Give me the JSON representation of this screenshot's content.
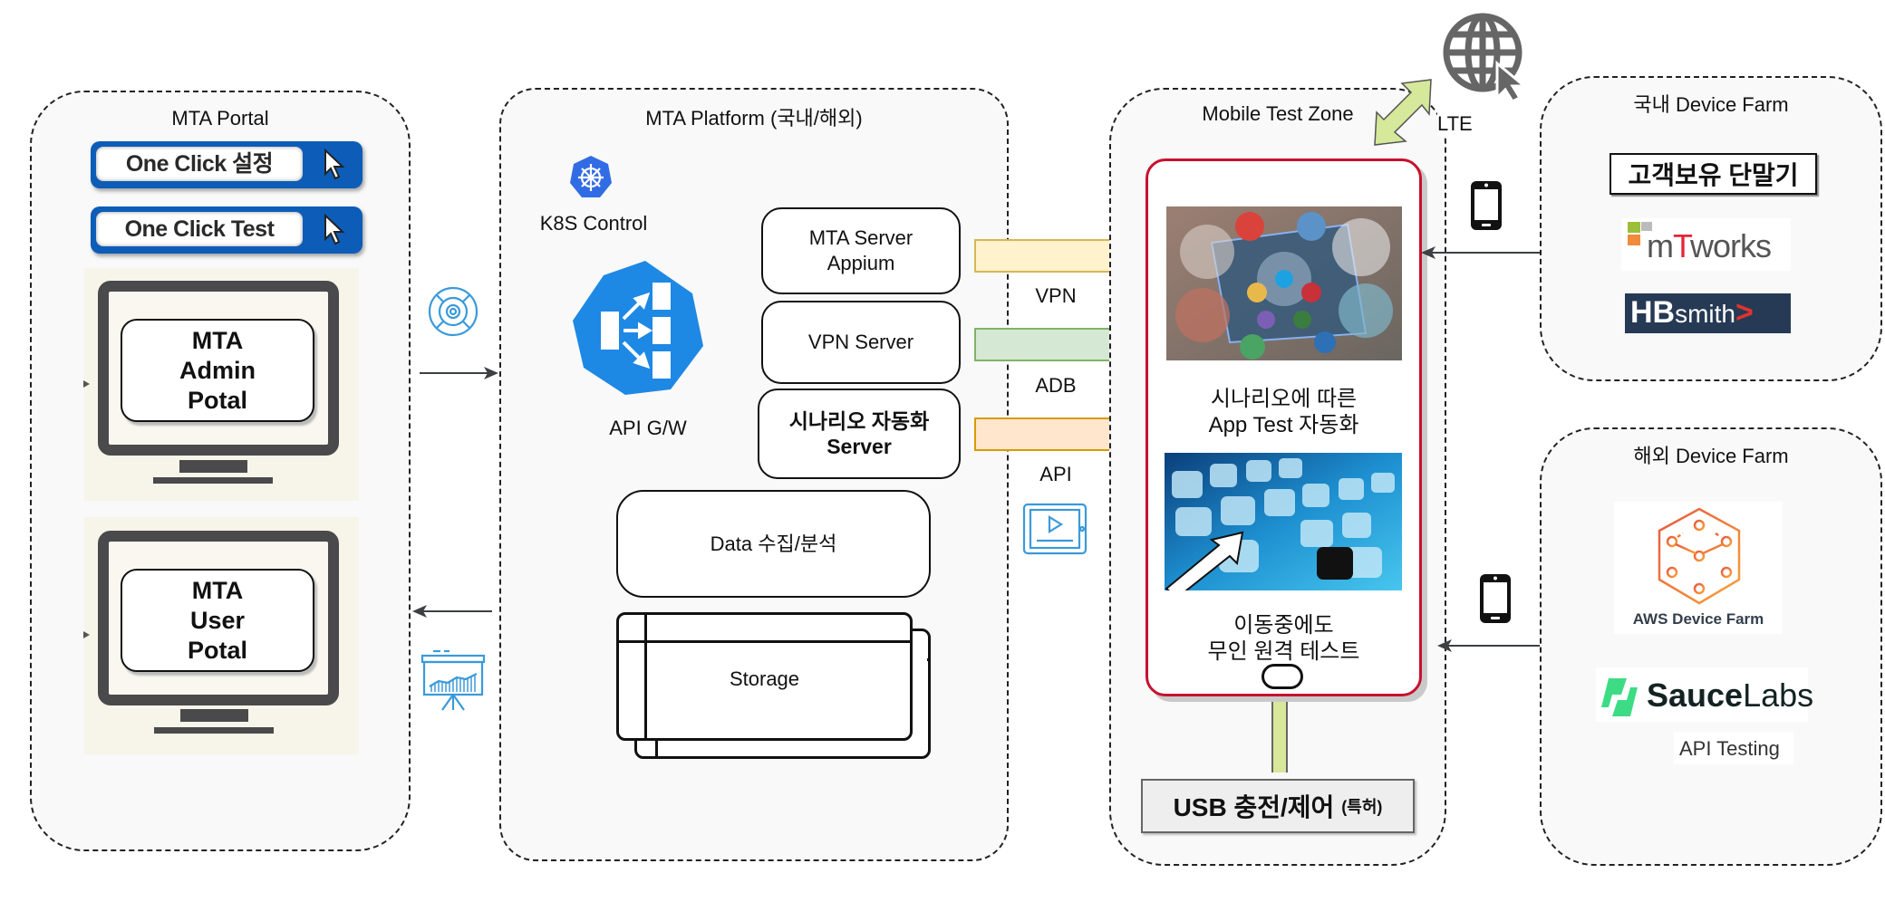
{
  "portal": {
    "title": "MTA Portal",
    "buttons": [
      {
        "label": "One Click 설정",
        "icon": "cursor-icon"
      },
      {
        "label": "One Click Test",
        "icon": "cursor-icon"
      }
    ],
    "monitors": [
      {
        "lines": [
          "MTA",
          "Admin",
          "Potal"
        ]
      },
      {
        "lines": [
          "MTA",
          "User",
          "Potal"
        ]
      }
    ],
    "connector_icons": [
      "lifebuoy-gear-icon",
      "presentation-chart-icon"
    ]
  },
  "platform": {
    "title": "MTA Platform (국내/해외)",
    "k8s_label": "K8S Control",
    "gateway_label": "API G/W",
    "servers": [
      {
        "lines": [
          "MTA Server",
          "Appium"
        ],
        "bold": false
      },
      {
        "lines": [
          "VPN Server"
        ],
        "bold": false
      },
      {
        "lines": [
          "시나리오 자동화",
          "Server"
        ],
        "bold": true
      }
    ],
    "data_box": "Data 수집/분석",
    "storage": "Storage"
  },
  "links": {
    "items": [
      {
        "label": "VPN",
        "fill": "#fff2cc",
        "stroke": "#d6b656"
      },
      {
        "label": "ADB",
        "fill": "#d5e8d4",
        "stroke": "#82b366"
      },
      {
        "label": "API",
        "fill": "#ffe6cc",
        "stroke": "#d79b00"
      }
    ],
    "icon": "tablet-video-icon"
  },
  "mobile_zone": {
    "title": "Mobile Test Zone",
    "lte_label": "LTE",
    "captions": [
      [
        "시나리오에 따른",
        "App Test 자동화"
      ],
      [
        "이동중에도",
        "무인 원격 테스트"
      ]
    ],
    "usb_label": "USB 충전/제어",
    "usb_note": "(특허)",
    "phone_border_color": "#c8102e"
  },
  "domestic_farm": {
    "title": "국내 Device Farm",
    "customer_box": "고객보유 단말기",
    "logos": [
      "mTworks",
      "HBsmith"
    ]
  },
  "overseas_farm": {
    "title": "해외 Device Farm",
    "aws_label": "AWS Device Farm",
    "sauce_bold": "Sauce",
    "sauce_light": "Labs",
    "api_testing": "API Testing"
  }
}
